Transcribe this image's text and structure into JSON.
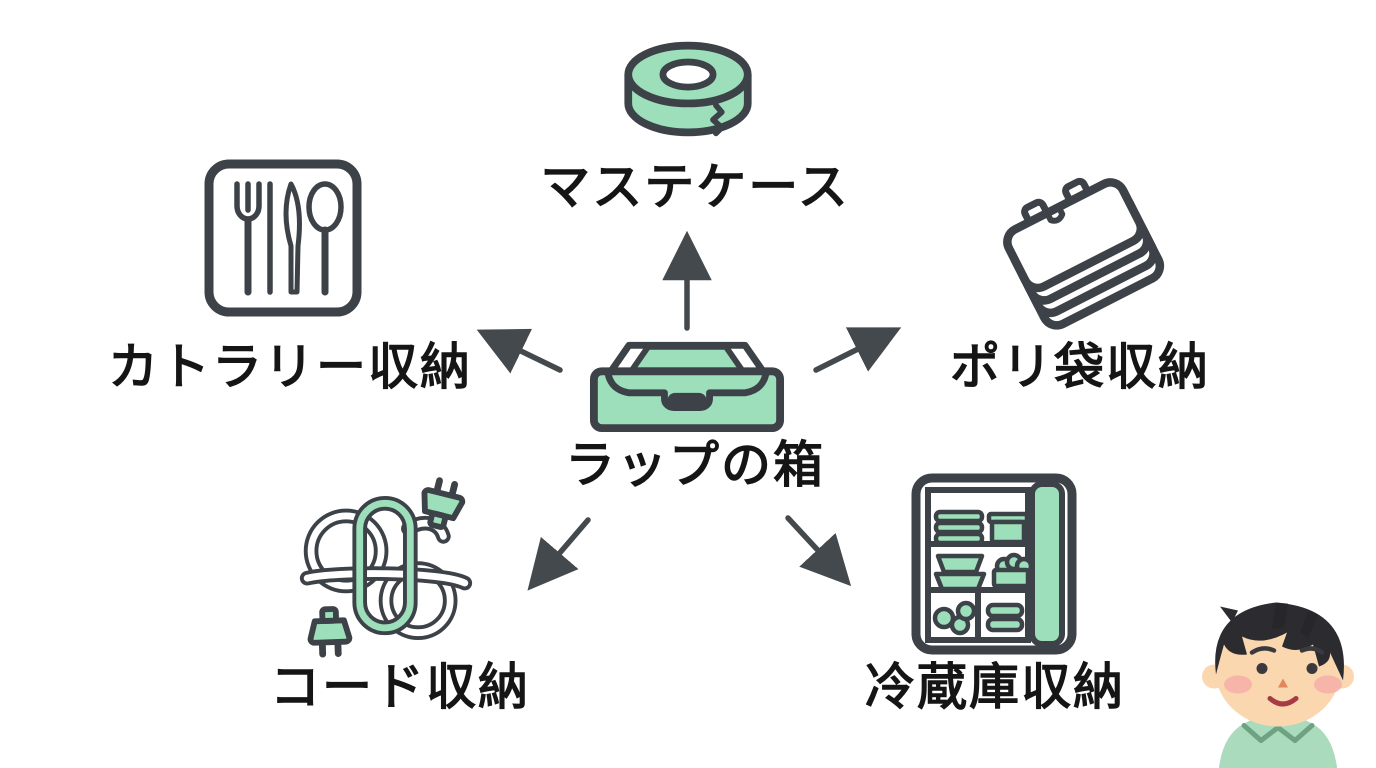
{
  "diagram": {
    "title_hidden": "",
    "center": {
      "id": "wrap-box",
      "label": "ラップの箱",
      "icon": "wrap-box-icon"
    },
    "nodes": [
      {
        "id": "masking-tape-case",
        "label": "マステケース",
        "icon": "masking-tape-icon",
        "position": "top"
      },
      {
        "id": "cutlery-storage",
        "label": "カトラリー収納",
        "icon": "cutlery-tray-icon",
        "position": "left"
      },
      {
        "id": "poly-bag-storage",
        "label": "ポリ袋収納",
        "icon": "plastic-bags-icon",
        "position": "right"
      },
      {
        "id": "cord-storage",
        "label": "コード収納",
        "icon": "power-cord-icon",
        "position": "bottom-left"
      },
      {
        "id": "fridge-storage",
        "label": "冷蔵庫収納",
        "icon": "refrigerator-icon",
        "position": "bottom-right"
      }
    ],
    "arrows": [
      {
        "from": "wrap-box",
        "to": "masking-tape-case",
        "direction": "up"
      },
      {
        "from": "wrap-box",
        "to": "cutlery-storage",
        "direction": "up-left"
      },
      {
        "from": "wrap-box",
        "to": "poly-bag-storage",
        "direction": "up-right"
      },
      {
        "from": "wrap-box",
        "to": "cord-storage",
        "direction": "down-left"
      },
      {
        "from": "wrap-box",
        "to": "fridge-storage",
        "direction": "down-right"
      }
    ],
    "colors": {
      "accent_green": "#9DDFBA",
      "outline_dark": "#3C4247",
      "arrow_gray": "#43494D",
      "text": "#151515",
      "background": "#FFFFFF",
      "skin": "#FBD7AF",
      "blush": "#F6AFA9",
      "hair": "#2B2B30",
      "shirt_green": "#A9DBBC",
      "collar_green": "#6FA183",
      "mouth_red": "#A63A45"
    },
    "decoration": {
      "person_illustration": "smiling-man-face-bottom-right"
    }
  }
}
